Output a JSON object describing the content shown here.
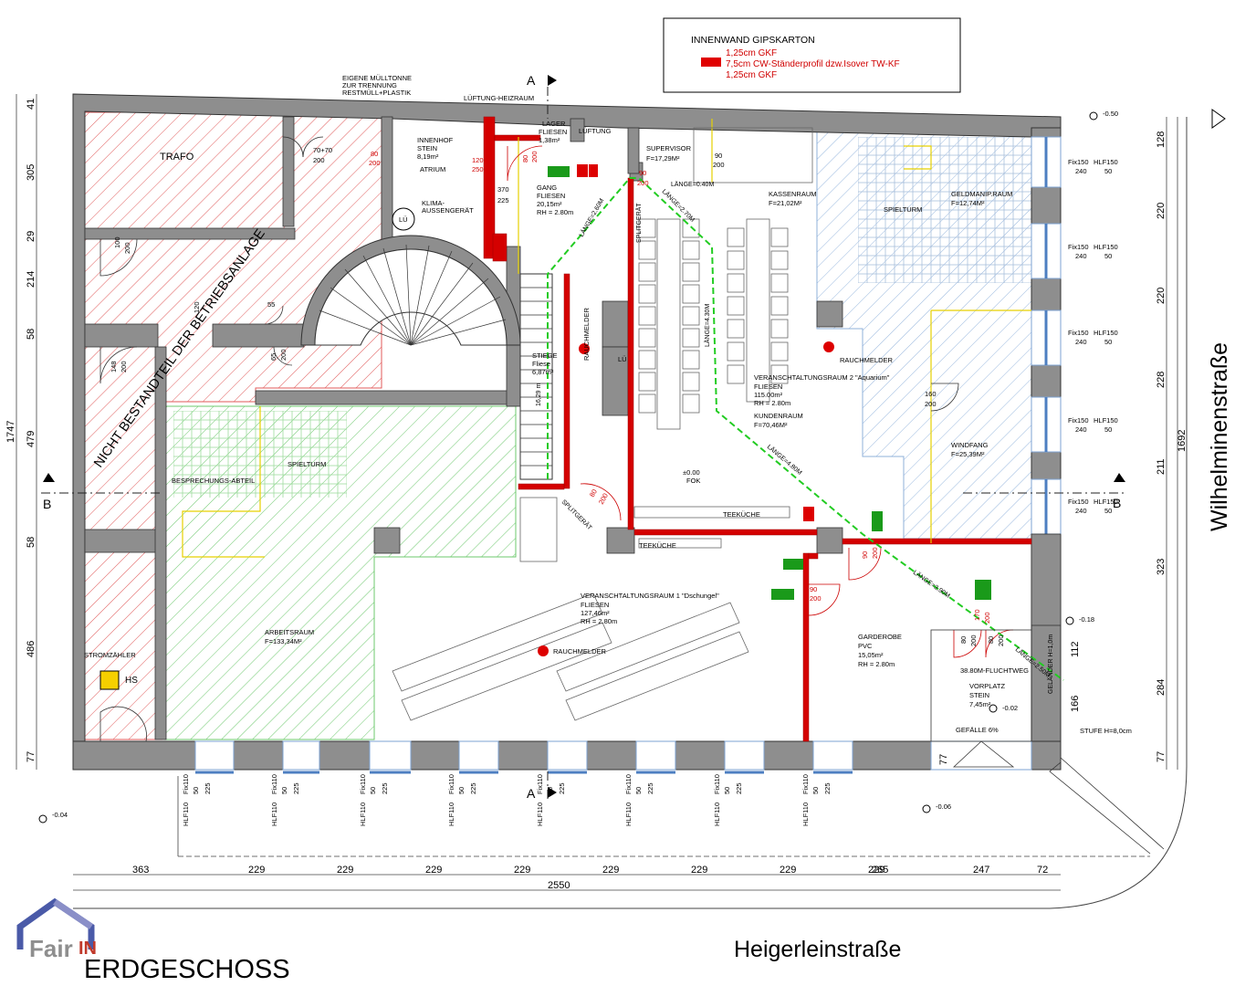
{
  "legend": {
    "title": "INNENWAND GIPSKARTON",
    "lines": [
      "1,25cm GKF",
      "7,5cm CW-Ständerprofil dzw.Isover TW-KF",
      "1,25cm GKF"
    ],
    "swatch_color": "#e00000"
  },
  "streets": {
    "east": "Wilhelminenstraße",
    "south": "Heigerleinstraße"
  },
  "floor_label": "ERDGESCHOSS",
  "logo": {
    "text1": "Fair",
    "text2": "IN"
  },
  "section_marks": {
    "a_top": "A",
    "a_bottom": "A",
    "b_left": "B",
    "b_right": "B"
  },
  "level_marks": {
    "top_right": "-0.50",
    "bottom_left": "-0.04",
    "bottom_mid": "-0.06",
    "right_mid": "-0.18",
    "vorplatz": "-0.02"
  },
  "rooms": {
    "trafo": "TRAFO",
    "muelltonne": [
      "EIGENE MÜLLTONNE",
      "ZUR TRENNUNG",
      "RESTMÜLL+PLASTIK"
    ],
    "lueftung_heizraum": "LÜFTUNG-HEIZRAUM",
    "innenhof": [
      "INNENHOF",
      "STEIN",
      "8,19m²",
      "ATRIUM"
    ],
    "klima": [
      "KLIMA-",
      "AUSSENGERÄT"
    ],
    "lager": [
      "LAGER",
      "FLIESEN",
      "1,38m²"
    ],
    "lueftung": "LÜFTUNG",
    "gang": [
      "GANG",
      "FLIESEN",
      "20,15m²",
      "RH = 2.80m"
    ],
    "supervisor": [
      "SUPERVISOR",
      "F=17,29M²"
    ],
    "kassenraum": [
      "KASSENRAUM",
      "F=21,02M²"
    ],
    "geldmanip": [
      "GELDMANIP.RAUM",
      "F=12,74M²"
    ],
    "spielturm_top": "SPIELTURM",
    "stiege": [
      "STIEGE",
      "Fliese",
      "6,87m²"
    ],
    "rauchmelder": "RAUCHMELDER",
    "aquarium": [
      "VERANSCHTALTUNGSRAUM 2 \"Aquarium\"",
      "FLIESEN",
      "115.00m²",
      "RH = 2.80m"
    ],
    "kundenraum": [
      "KUNDENRAUM",
      "F=70,46M²"
    ],
    "windfang": [
      "WINDFANG",
      "F=25,39M²"
    ],
    "nicht_bestandteil": "NICHT BESTANDTEIL DER BETRIEBSANLAGE",
    "spielturm_left": "SPIELTURM",
    "besprechung": "BESPRECHUNGS-ABTEIL",
    "splitgeraet": "SPLITGERÄT",
    "teekueche1": "TEEKÜCHE",
    "teekueche2": "TEEKÜCHE",
    "fok": [
      "±0.00",
      "FOK"
    ],
    "dschungel": [
      "VERANSCHTALTUNGSRAUM 1 \"Dschungel\"",
      "FLIESEN",
      "127,46m²",
      "RH = 2.80m"
    ],
    "arbeitsraum": [
      "ARBEITSRAUM",
      "F=133,34M²"
    ],
    "stromzaehler": "STROMZÄHLER",
    "hs": "HS",
    "garderobe": [
      "GARDEROBE",
      "PVC",
      "15,05m²",
      "RH = 2.80m"
    ],
    "fluchtweg": "38.80M-FLUCHTWEG",
    "vorplatz": [
      "VORPLATZ",
      "STEIN",
      "7,45m²"
    ],
    "gefaelle": "GEFÄLLE  6%",
    "stufe": "STUFE  H=8,0cm",
    "gelaender": "GELÄNDER H=1,0m",
    "lu1": "LÜ",
    "lu2": "LÜ",
    "splitgeraet_top": "SPLITGERÄT"
  },
  "door_labels": [
    {
      "w": "70+70",
      "h": "200"
    },
    {
      "w": "80",
      "h": "200"
    },
    {
      "w": "120",
      "h": "250"
    },
    {
      "w": "370",
      "h": "225"
    },
    {
      "w": "90",
      "h": "200"
    },
    {
      "w": "90",
      "h": "200"
    },
    {
      "w": "100",
      "h": "200"
    },
    {
      "w": "120",
      "h": ""
    },
    {
      "w": "55",
      "h": ""
    },
    {
      "w": "65",
      "h": "200"
    },
    {
      "w": "148",
      "h": "200"
    },
    {
      "w": "80",
      "h": "200"
    },
    {
      "w": "160",
      "h": "200"
    },
    {
      "w": "90",
      "h": "200"
    },
    {
      "w": "90",
      "h": "200"
    },
    {
      "w": "80",
      "h": "200"
    },
    {
      "w": "80",
      "h": "200"
    },
    {
      "w": "170",
      "h": "200"
    },
    {
      "w": "80",
      "h": "200"
    }
  ],
  "escape_lengths": [
    "LÄNGE=2.60M",
    "LÄNGE=0.40M",
    "LÄNGE=2.70M",
    "LÄNGE=4.30M",
    "LÄNGE=4.80M",
    "LÄNGE=3.90M",
    "LÄNGE=2.50M",
    "16,29 m"
  ],
  "window_labels_right": [
    {
      "a": "Fix150",
      "b": "HLF150",
      "c": "240",
      "d": "50"
    },
    {
      "a": "Fix150",
      "b": "HLF150",
      "c": "240",
      "d": "50"
    },
    {
      "a": "Fix150",
      "b": "HLF150",
      "c": "240",
      "d": "50"
    },
    {
      "a": "Fix150",
      "b": "HLF150",
      "c": "240",
      "d": "50"
    },
    {
      "a": "Fix150",
      "b": "HLF150",
      "c": "240",
      "d": "50"
    }
  ],
  "window_labels_bottom": [
    {
      "a": "HLF110",
      "b": "Fix110",
      "c": "50",
      "d": "225"
    },
    {
      "a": "HLF110",
      "b": "Fix110",
      "c": "50",
      "d": "225"
    },
    {
      "a": "HLF110",
      "b": "Fix110",
      "c": "50",
      "d": "225"
    },
    {
      "a": "HLF110",
      "b": "Fix110",
      "c": "50",
      "d": "225"
    },
    {
      "a": "HLF110",
      "b": "Fix110",
      "c": "50",
      "d": "225"
    },
    {
      "a": "HLF110",
      "b": "Fix110",
      "c": "50",
      "d": "225"
    },
    {
      "a": "HLF110",
      "b": "Fix110",
      "c": "50",
      "d": "225"
    },
    {
      "a": "HLF110",
      "b": "Fix110",
      "c": "50",
      "d": "225"
    }
  ],
  "dims_bottom": [
    "363",
    "229",
    "229",
    "229",
    "229",
    "229",
    "229",
    "229",
    "229",
    "265",
    "247",
    "72"
  ],
  "dim_total_bottom": "2550",
  "dims_left": [
    "41",
    "305",
    "29",
    "214",
    "58",
    "479",
    "58",
    "486",
    "77"
  ],
  "dim_total_left": "1747",
  "dims_right": [
    "128",
    "220",
    "220",
    "228",
    "211",
    "323",
    "284",
    "77"
  ],
  "dim_total_right": "1692",
  "dims_right_inner": [
    "112",
    "166",
    "77"
  ]
}
